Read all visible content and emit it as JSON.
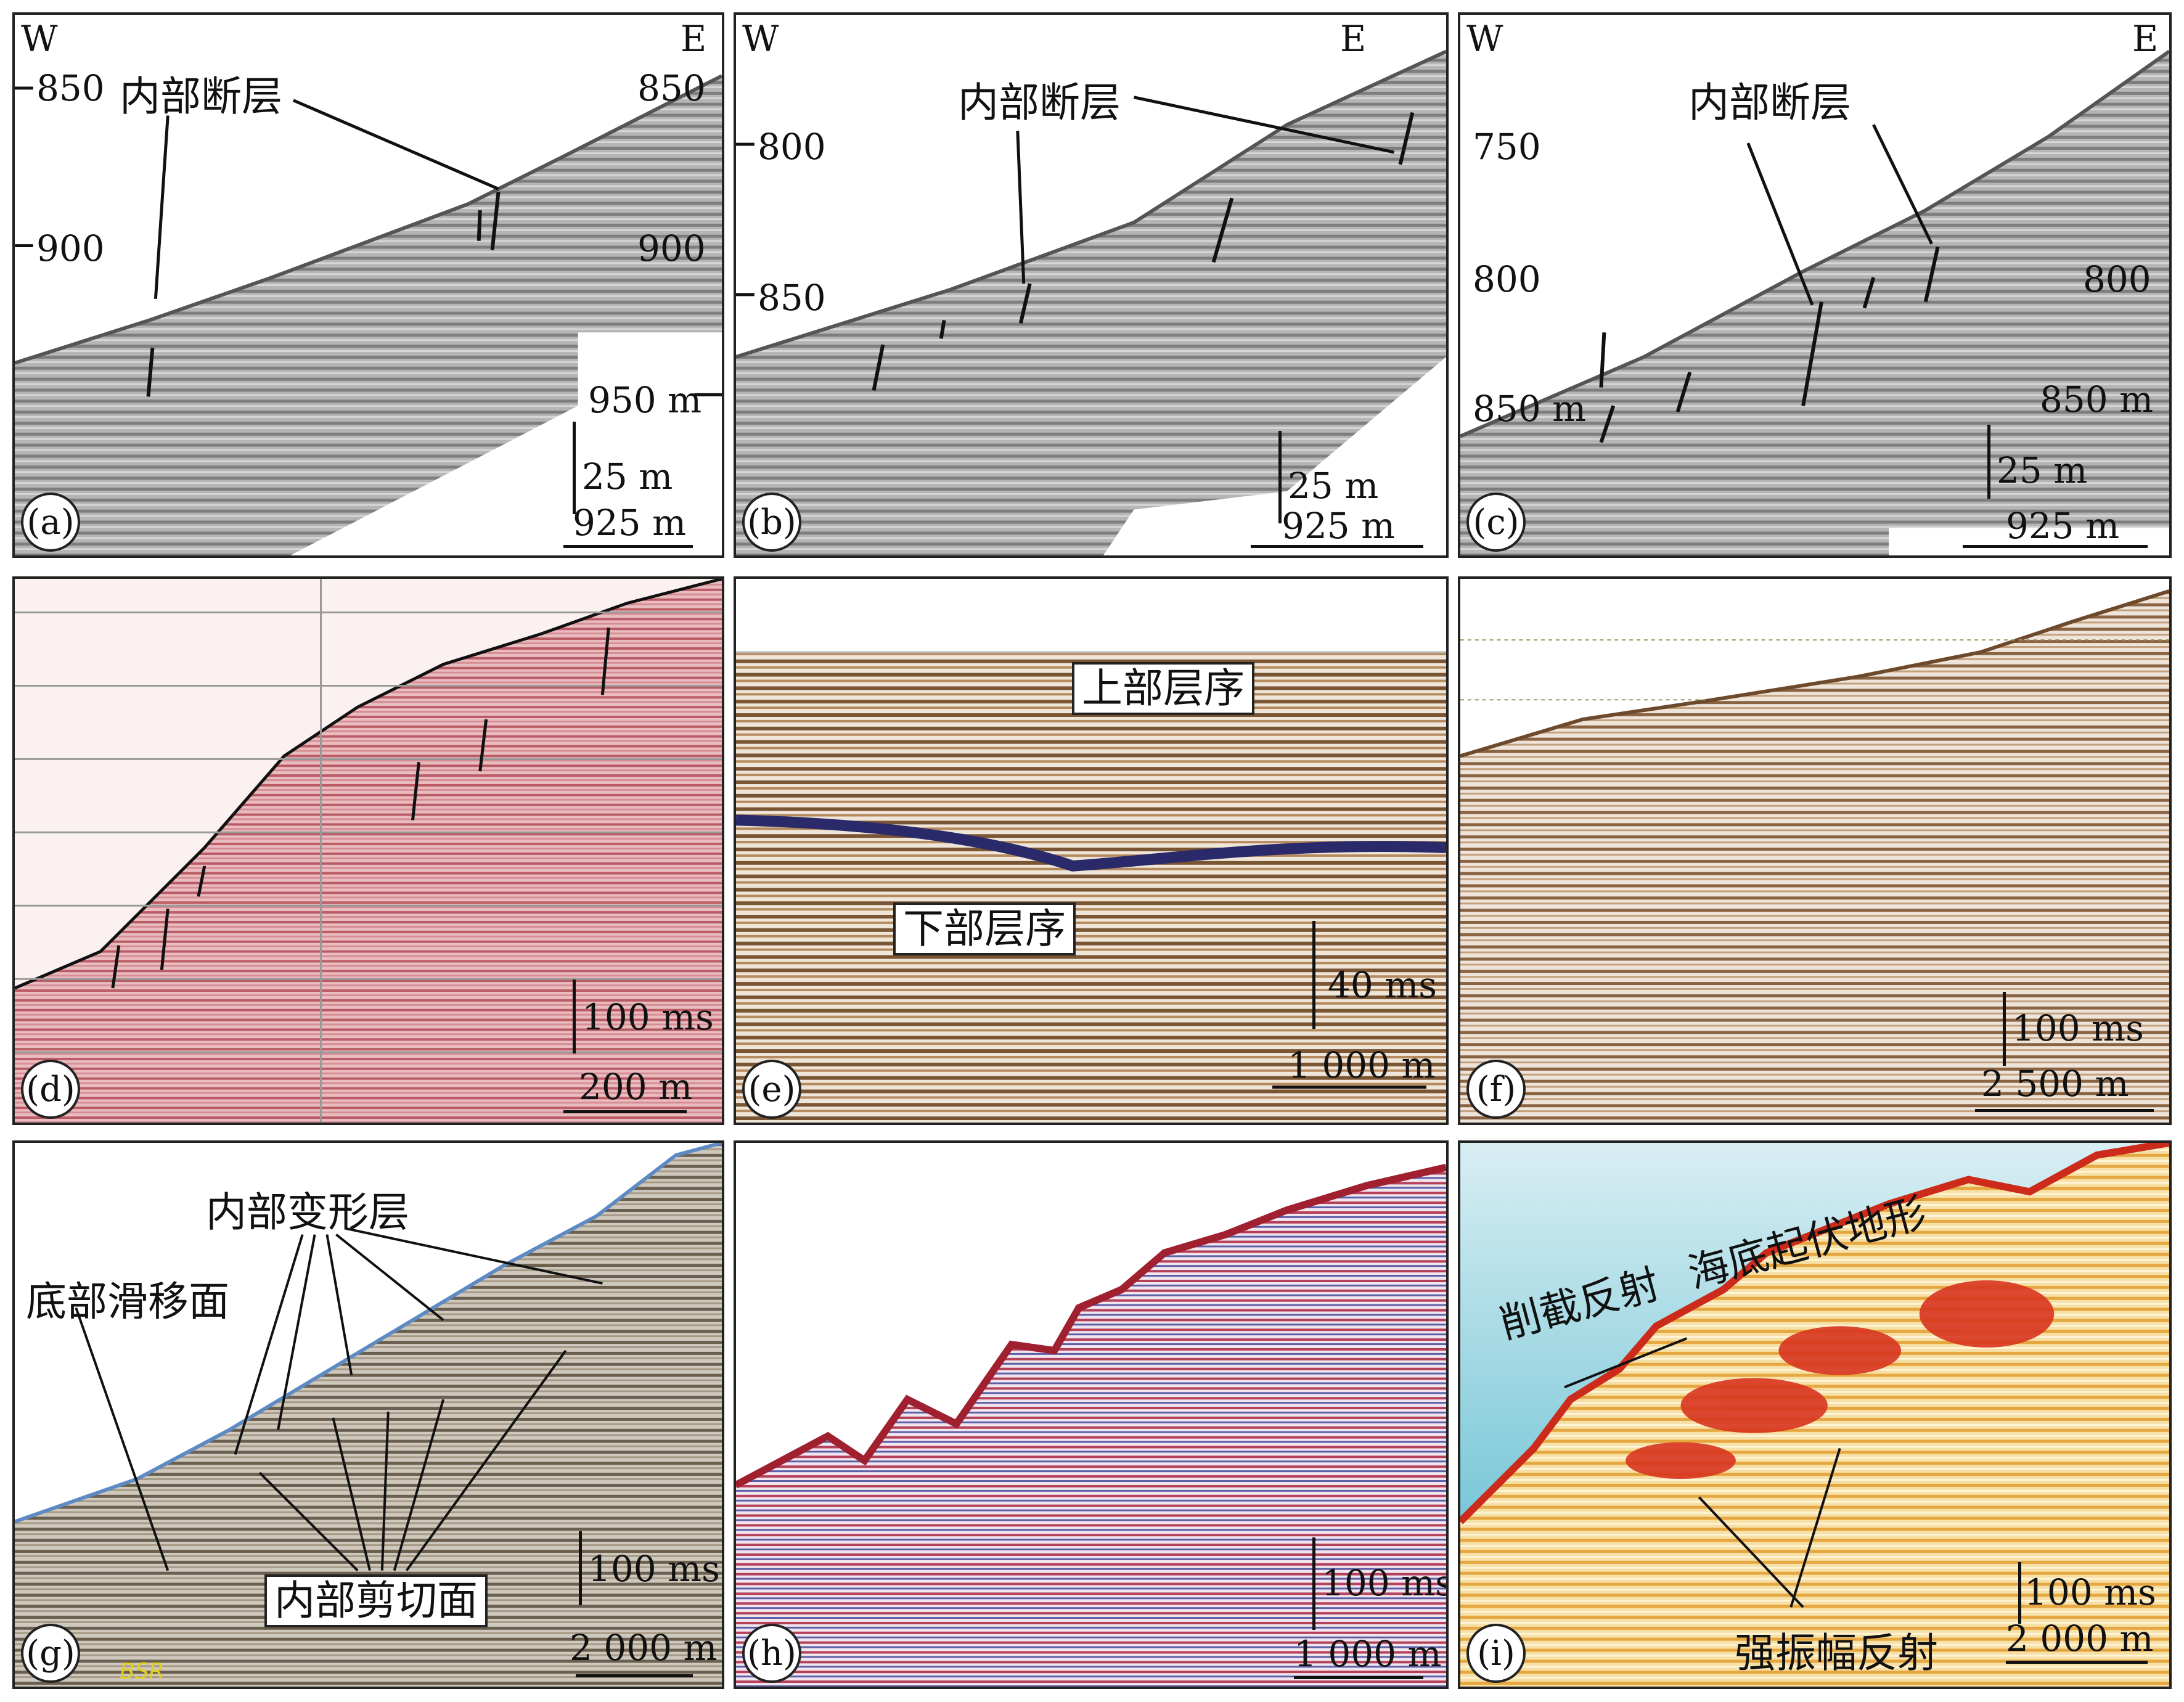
{
  "panels": {
    "a": {
      "id": "(a)",
      "w": "W",
      "e": "E",
      "depth_left": [
        "850",
        "900"
      ],
      "depth_right": [
        "850",
        "900",
        "950 m"
      ],
      "annotation": "内部断层",
      "scale_v": "25 m",
      "scale_h": "925 m"
    },
    "b": {
      "id": "(b)",
      "w": "W",
      "e": "E",
      "depth_left": [
        "800",
        "850"
      ],
      "annotation": "内部断层",
      "scale_v": "25 m",
      "scale_h": "925 m"
    },
    "c": {
      "id": "(c)",
      "w": "W",
      "e": "E",
      "depth_left": [
        "750",
        "800",
        "850 m"
      ],
      "depth_right": [
        "800",
        "850 m"
      ],
      "annotation": "内部断层",
      "scale_v": "25 m",
      "scale_h": "925 m"
    },
    "d": {
      "id": "(d)",
      "scale_v": "100 ms",
      "scale_h": "200 m"
    },
    "e": {
      "id": "(e)",
      "upper": "上部层序",
      "lower": "下部层序",
      "scale_v": "40 ms",
      "scale_h": "1 000 m"
    },
    "f": {
      "id": "(f)",
      "scale_v": "100 ms",
      "scale_h": "2 500 m"
    },
    "g": {
      "id": "(g)",
      "deform": "内部变形层",
      "slip": "底部滑移面",
      "shear": "内部剪切面",
      "bsr": "BSR",
      "scale_v": "100 ms",
      "scale_h": "2 000 m"
    },
    "h": {
      "id": "(h)",
      "scale_v": "100 ms",
      "scale_h": "1 000 m"
    },
    "i": {
      "id": "(i)",
      "trunc": "削截反射",
      "relief": "海底起伏地形",
      "strong": "强振幅反射",
      "scale_v": "100 ms",
      "scale_h": "2 000 m"
    }
  },
  "colors": {
    "gray_section": "#8f8f8f",
    "red_section": "#c2545f",
    "brown_section": "#a6794c",
    "blue_horizon": "#2a2a6a",
    "sea": "#8fd0e0",
    "yellow": "#f3c968",
    "red_amp": "#d8351f"
  }
}
